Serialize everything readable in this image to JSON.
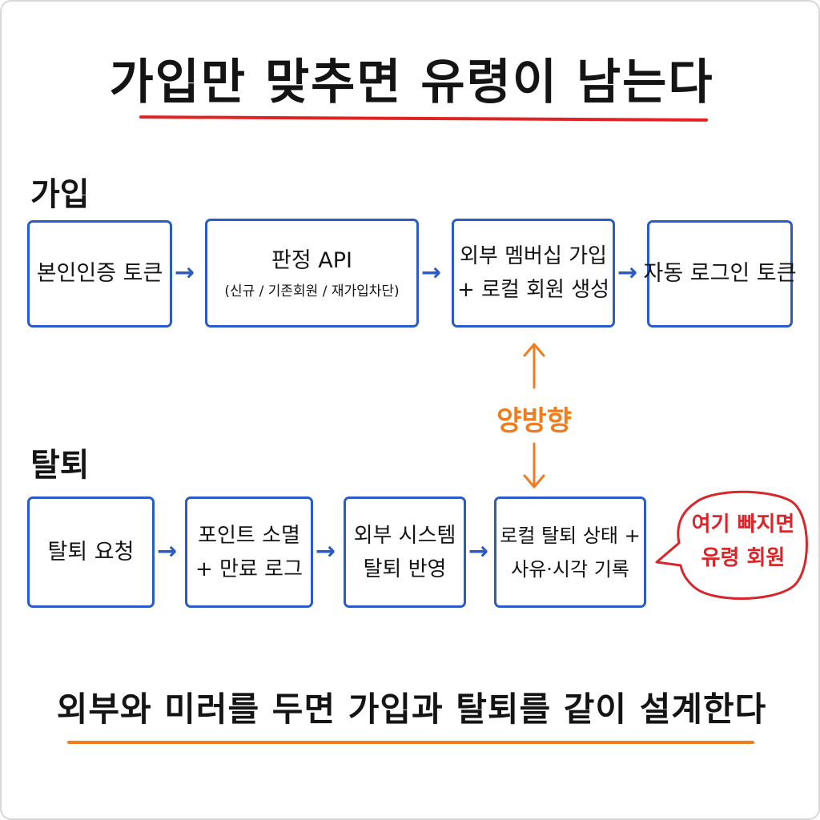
{
  "title": "가입만 맞추면 유령이 남는다",
  "colors": {
    "title_underline": "#e02424",
    "box_border": "#2a5bc9",
    "flow_arrow": "#2a5bc9",
    "bidirectional": "#f07c1e",
    "warning": "#d8262a",
    "footer_underline": "#f07c1e"
  },
  "signup": {
    "label": "가입",
    "steps": [
      {
        "main": "본인인증 토큰"
      },
      {
        "main": "판정 API",
        "sub": "(신규 / 기존회원 / 재가입차단)"
      },
      {
        "line1": "외부 멤버십 가입",
        "line2": "+ 로컬 회원 생성"
      },
      {
        "main": "자동 로그인 토큰"
      }
    ]
  },
  "bidirectional": {
    "label": "양방향"
  },
  "withdrawal": {
    "label": "탈퇴",
    "steps": [
      {
        "main": "탈퇴 요청"
      },
      {
        "line1": "포인트 소멸",
        "line2": "+ 만료 로그"
      },
      {
        "line1": "외부 시스템",
        "line2": "탈퇴 반영"
      },
      {
        "line1": "로컬 탈퇴 상태 +",
        "line2": "사유·시각 기록"
      }
    ]
  },
  "warning": {
    "line1": "여기 빠지면",
    "line2": "유령 회원"
  },
  "footer": "외부와 미러를 두면 가입과 탈퇴를 같이 설계한다"
}
